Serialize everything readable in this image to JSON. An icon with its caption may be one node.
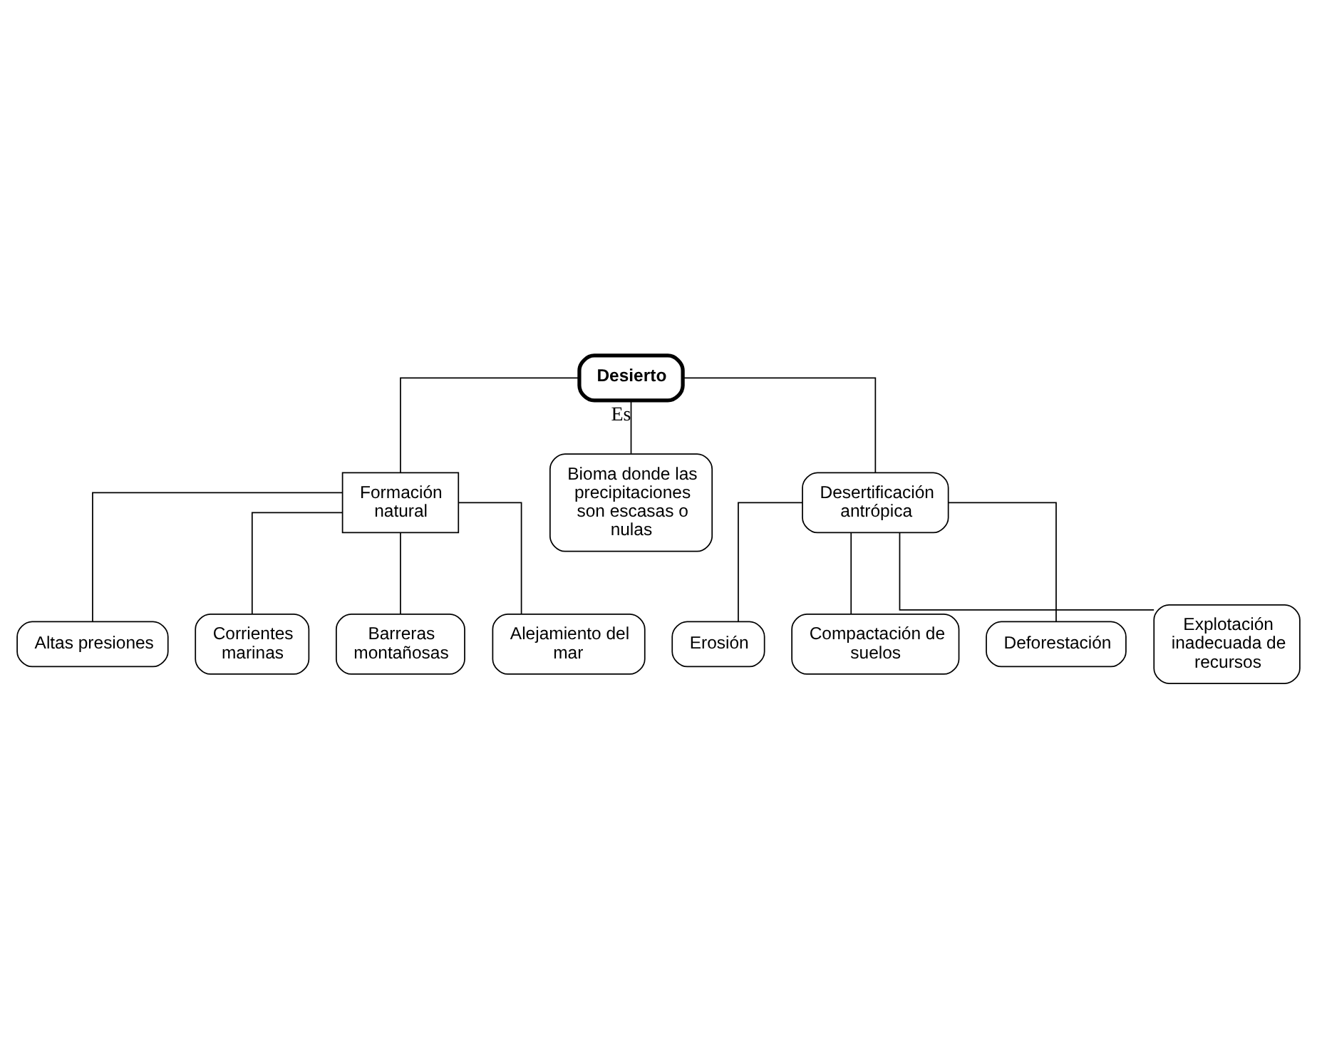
{
  "diagram": {
    "nodes": [
      {
        "text": [
          "Desierto"
        ]
      },
      {
        "text": [
          "Formación natural"
        ]
      },
      {
        "text": [
          "Bioma donde las precipitaciones son escasas o nulas"
        ]
      },
      {
        "text": [
          "Desertificación antrópica"
        ]
      },
      {
        "text": [
          "Altas presiones"
        ]
      },
      {
        "text": [
          "Corrientes marinas"
        ]
      },
      {
        "text": [
          "Barreras montañosas"
        ]
      },
      {
        "text": [
          "Alejamiento del mar"
        ]
      },
      {
        "text": [
          "Erosión"
        ]
      },
      {
        "text": [
          "Compactación de suelos"
        ]
      },
      {
        "text": [
          "Deforestación"
        ]
      },
      {
        "text": [
          "Explotación inadecuada de recursos"
        ]
      }
    ],
    "edges": [
      {
        "from": 0,
        "to": 1,
        "arrow": "none"
      },
      {
        "from": 0,
        "to": 2,
        "arrow": "none",
        "label": "Es"
      },
      {
        "from": 0,
        "to": 3,
        "arrow": "none"
      },
      {
        "from": 1,
        "to": 4,
        "arrow": "none"
      },
      {
        "from": 1,
        "to": 5,
        "arrow": "none"
      },
      {
        "from": 1,
        "to": 6,
        "arrow": "none"
      },
      {
        "from": 1,
        "to": 7,
        "arrow": "none"
      },
      {
        "from": 3,
        "to": 8,
        "arrow": "none"
      },
      {
        "from": 3,
        "to": 9,
        "arrow": "none"
      },
      {
        "from": 3,
        "to": 10,
        "arrow": "none"
      },
      {
        "from": 3,
        "to": 11,
        "arrow": "none"
      }
    ]
  }
}
